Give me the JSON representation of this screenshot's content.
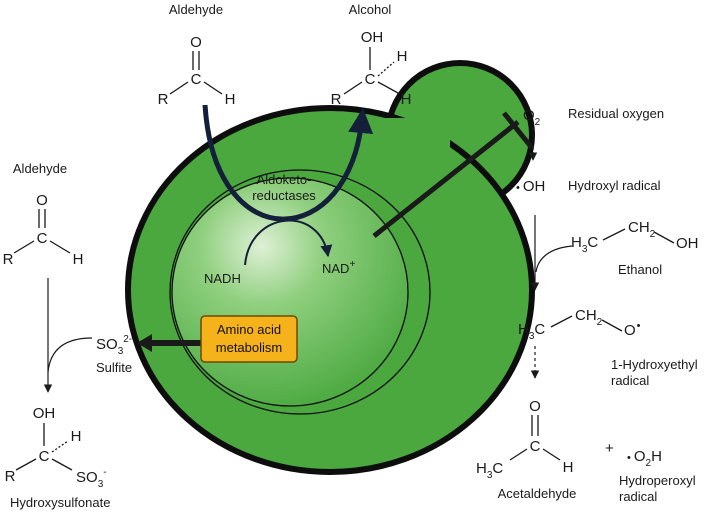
{
  "labels": {
    "aldehyde_top": "Aldehyde",
    "alcohol_top": "Alcohol",
    "aldehyde_left": "Aldehyde",
    "residual_oxygen": "Residual oxygen",
    "hydroxyl_radical": "Hydroxyl radical",
    "ethanol": "Ethanol",
    "hydroxyethyl_1": "1-Hydroxyethyl",
    "hydroxyethyl_2": "radical",
    "acetaldehyde": "Acetaldehyde",
    "hydroperoxyl_1": "Hydroperoxyl",
    "hydroperoxyl_2": "radical",
    "hydroxysulfonate": "Hydroxysulfonate",
    "sulfite": "Sulfite",
    "aldoketo_1": "Aldoketo-",
    "aldoketo_2": "reductases",
    "nadh": "NADH",
    "nad": "NAD",
    "nad_sup": "+",
    "amino_1": "Amino acid",
    "amino_2": "metabolism",
    "plus": "+"
  },
  "atoms": {
    "O": "O",
    "C": "C",
    "H": "H",
    "R": "R",
    "OH": "OH",
    "H3C": "H",
    "three": "3",
    "two": "2",
    "CH2": "CH",
    "SO3": "SO",
    "so3_charge": "2-",
    "so3_minus": "-",
    "O2": "O",
    "O2_sub": "2",
    "radical_dot": "•"
  },
  "colors": {
    "cell_fill": "#4aa83f",
    "cell_stroke": "#0d0d0d",
    "nucleus_fill": "#72c061",
    "box_fill": "#f6b21b",
    "box_stroke": "#6b4a00",
    "arrow_dark": "#14203a"
  }
}
